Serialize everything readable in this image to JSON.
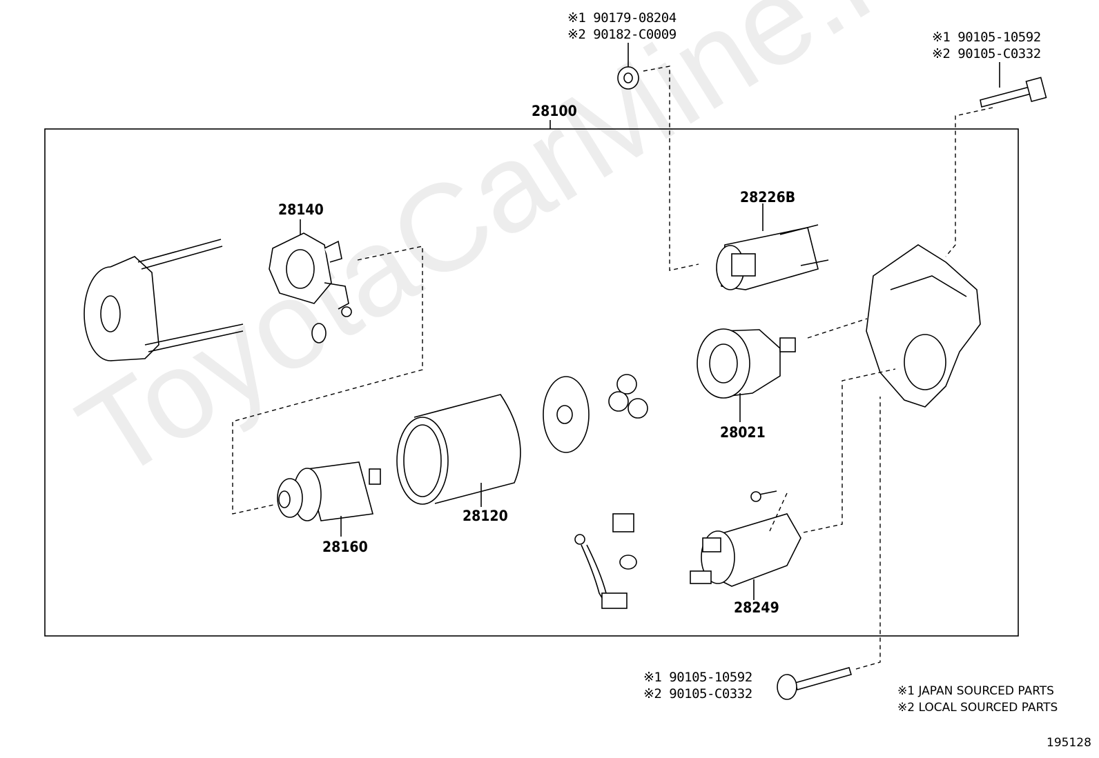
{
  "watermark": "ToyotaCarMine.ru",
  "diagram_id": "195128",
  "assembly": {
    "number": "28100"
  },
  "parts": [
    {
      "id": "28140"
    },
    {
      "id": "28226B"
    },
    {
      "id": "28021"
    },
    {
      "id": "28120"
    },
    {
      "id": "28160"
    },
    {
      "id": "28249"
    }
  ],
  "fasteners": {
    "top_nut": {
      "line1": "※1 90179-08204",
      "line2": "※2 90182-C0009"
    },
    "top_right_bolt": {
      "line1": "※1 90105-10592",
      "line2": "※2 90105-C0332"
    },
    "bottom_bolt": {
      "line1": "※1 90105-10592",
      "line2": "※2 90105-C0332"
    }
  },
  "legend": {
    "line1": "※1 JAPAN SOURCED PARTS",
    "line2": "※2 LOCAL SOURCED PARTS"
  }
}
